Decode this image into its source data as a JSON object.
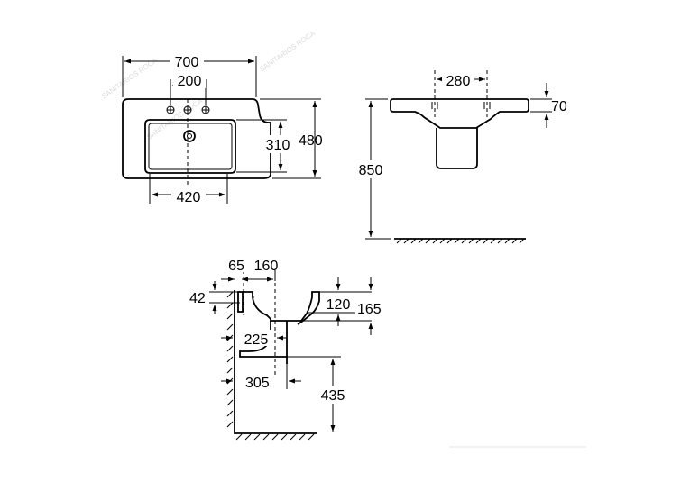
{
  "views": {
    "top": {
      "dims": {
        "overall_width": "700",
        "tap_spacing": "200",
        "bowl_width": "420",
        "bowl_depth": "310",
        "overall_depth": "480"
      }
    },
    "front": {
      "dims": {
        "hole_spacing": "280",
        "rim_height": "70",
        "mount_height": "850"
      }
    },
    "side": {
      "dims": {
        "a65": "65",
        "a160": "160",
        "a42": "42",
        "a120": "120",
        "a165": "165",
        "a225": "225",
        "a305": "305",
        "a435": "435"
      }
    }
  },
  "watermark": {
    "text": "SANITARIOS ROCA"
  }
}
